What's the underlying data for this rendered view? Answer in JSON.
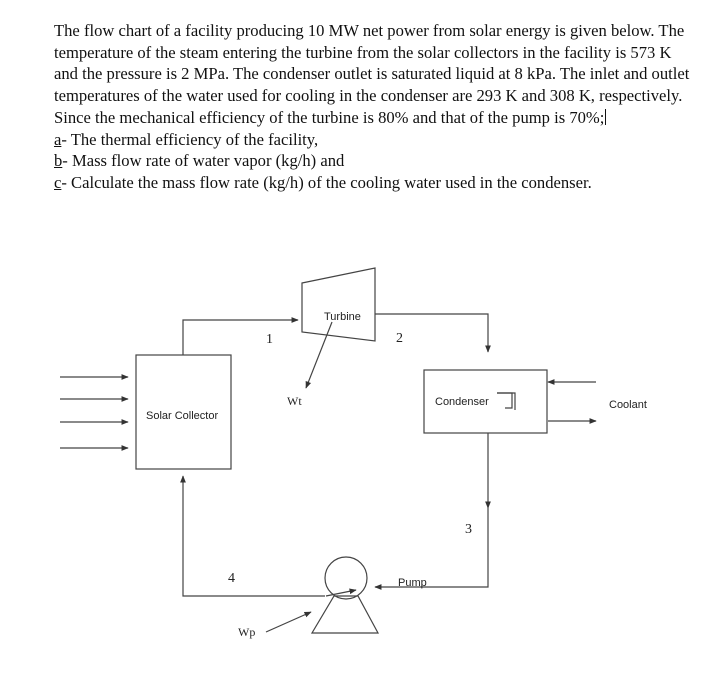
{
  "problem": {
    "intro": "The flow chart of a facility producing 10 MW net power from solar energy is given below. The temperature of the steam entering the turbine from the solar collectors in the facility is 573 K and the pressure is 2 MPa. The condenser outlet is saturated liquid at 8 kPa. The inlet and outlet temperatures of the water used for cooling in the condenser are 293 K and 308 K, respectively. Since the mechanical efficiency of the turbine is 80% and that of the pump is 70%;",
    "items": [
      {
        "letter": "a",
        "text": "- The thermal efficiency of the facility,"
      },
      {
        "letter": "b",
        "text": "- Mass flow rate of water vapor (kg/h) and"
      },
      {
        "letter": "c",
        "text": "- Calculate the mass flow rate (kg/h) of the cooling water used in the condenser."
      }
    ]
  },
  "diagram": {
    "solar_collector": "Solar Collector",
    "turbine": "Turbine",
    "condenser": "Condenser",
    "pump": "Pump",
    "coolant": "Coolant",
    "wt": "Wt",
    "wp": "Wp",
    "state_1": "1",
    "state_2": "2",
    "state_3": "3",
    "state_4": "4"
  }
}
